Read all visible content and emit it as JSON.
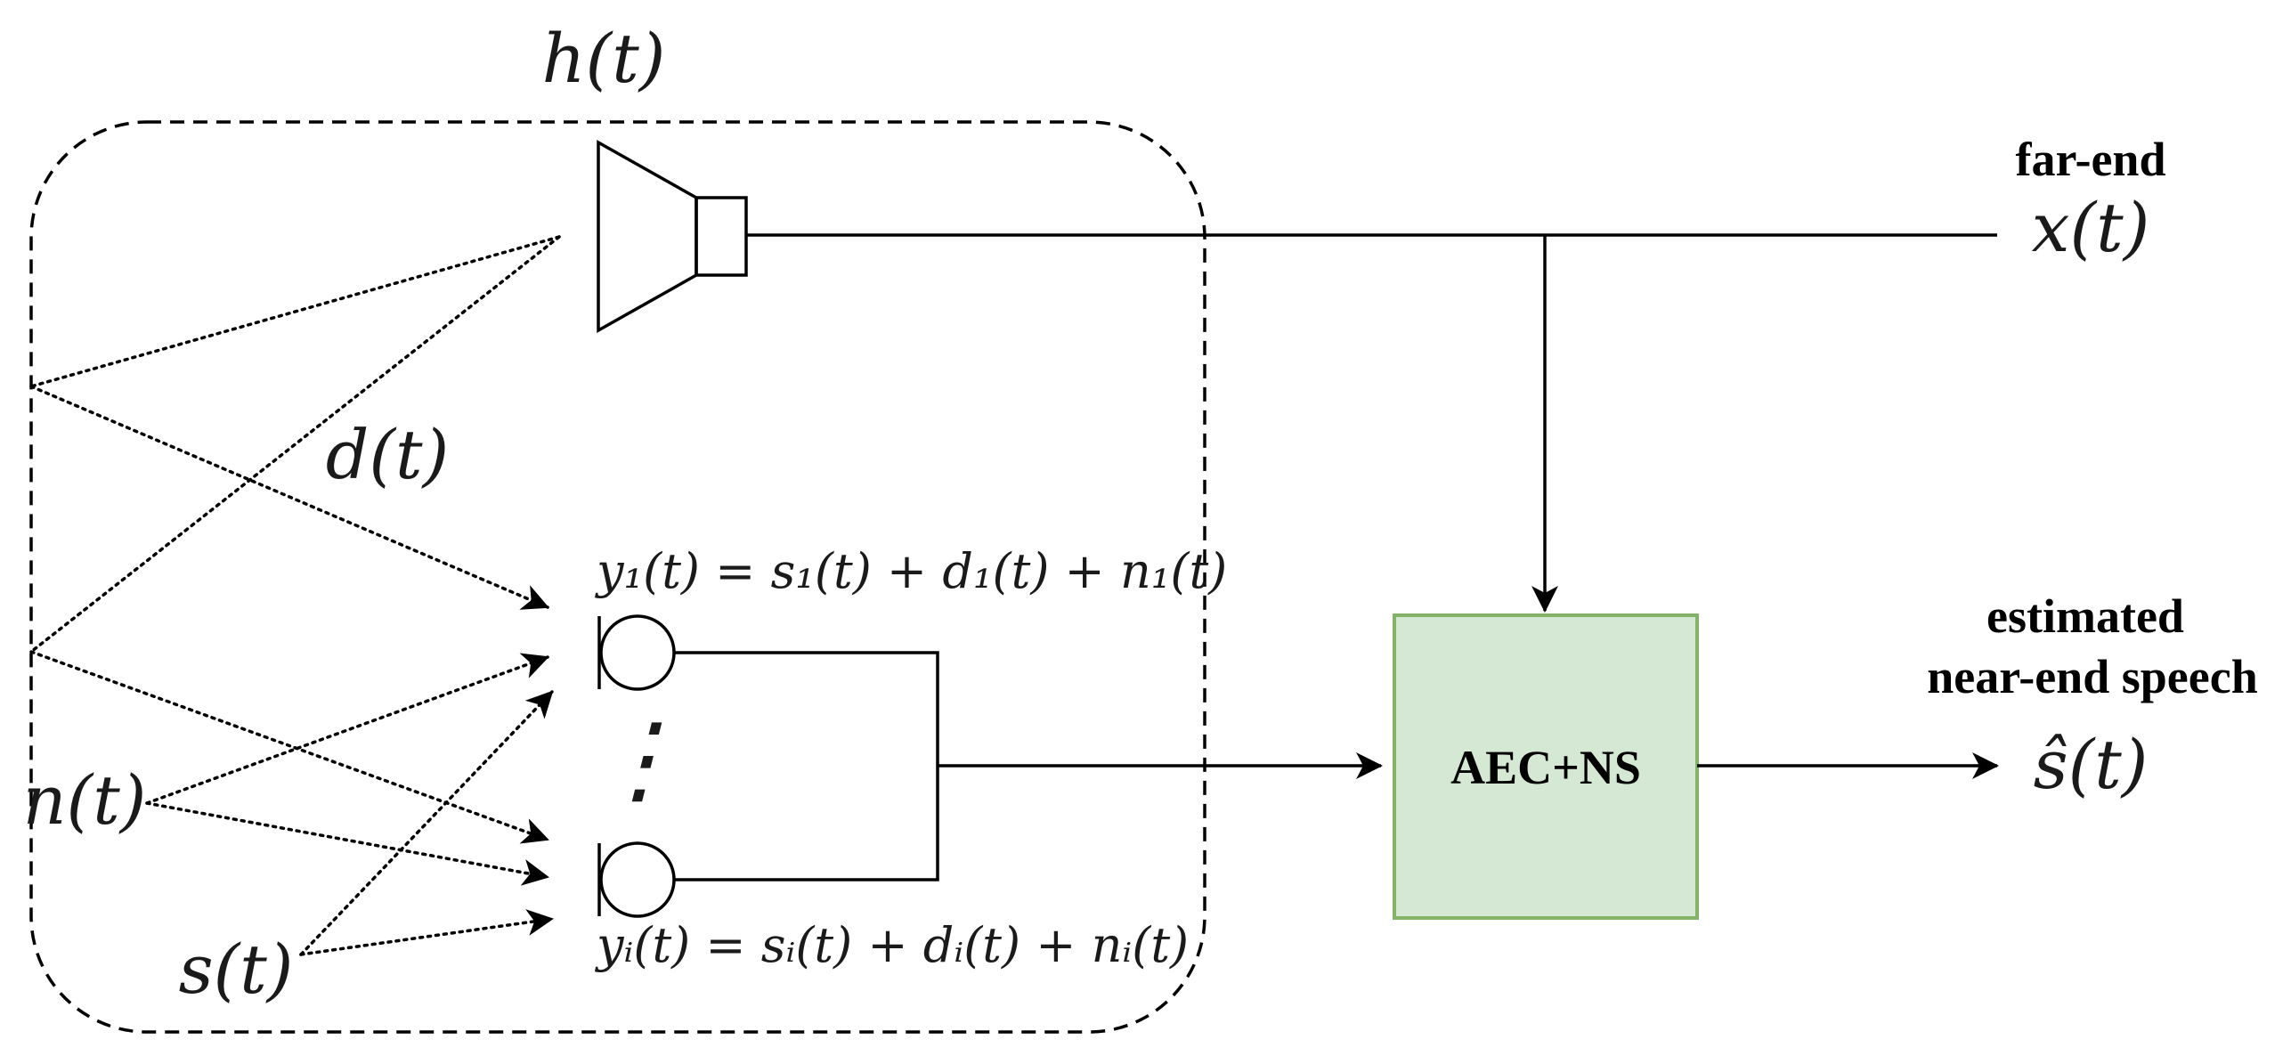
{
  "labels": {
    "h": "h(t)",
    "d": "d(t)",
    "n": "n(t)",
    "s": "s(t)",
    "x": "x(t)",
    "far_end": "far-end",
    "y1_eq": "y₁(t) = s₁(t) + d₁(t) + n₁(t)",
    "yi_eq": "yᵢ(t) = sᵢ(t) + dᵢ(t) + nᵢ(t)",
    "estimated": "estimated",
    "near_end_speech": "near-end speech",
    "s_hat": "ŝ(t)",
    "aec_ns": "AEC+NS",
    "vertical_dots": "⋮"
  },
  "colors": {
    "block_fill": "#d5e8d4",
    "block_stroke": "#82b366",
    "stroke": "#000000"
  }
}
